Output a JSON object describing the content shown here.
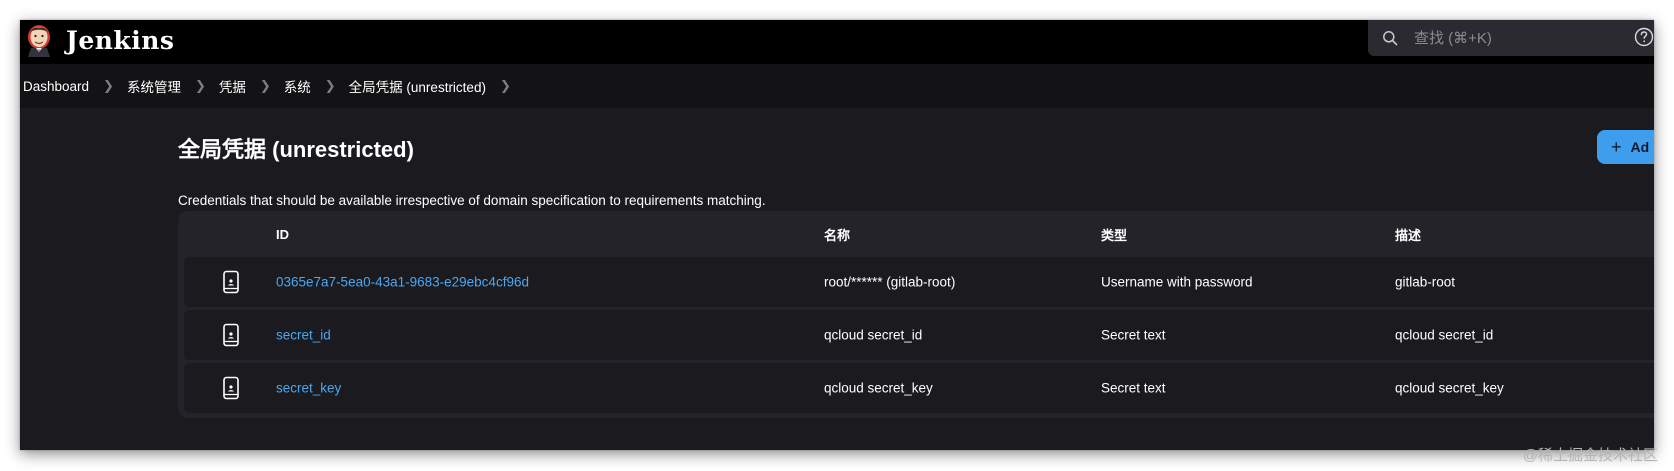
{
  "header": {
    "app_name": "Jenkins",
    "search_placeholder": "查找 (⌘+K)"
  },
  "breadcrumb": [
    "Dashboard",
    "系统管理",
    "凭据",
    "系统",
    "全局凭据 (unrestricted)"
  ],
  "main": {
    "title": "全局凭据 (unrestricted)",
    "add_button_label": "Ad",
    "description": "Credentials that should be available irrespective of domain specification to requirements matching."
  },
  "table": {
    "columns": [
      "ID",
      "名称",
      "类型",
      "描述"
    ],
    "rows": [
      {
        "id": "0365e7a7-5ea0-43a1-9683-e29ebc4cf96d",
        "name": "root/****** (gitlab-root)",
        "type": "Username with password",
        "description": "gitlab-root"
      },
      {
        "id": "secret_id",
        "name": "qcloud secret_id",
        "type": "Secret text",
        "description": "qcloud secret_id"
      },
      {
        "id": "secret_key",
        "name": "qcloud secret_key",
        "type": "Secret text",
        "description": "qcloud secret_key"
      }
    ]
  },
  "watermark": "@稀土掘金技术社区",
  "colors": {
    "accent": "#3e9ded",
    "link": "#4aa7f2",
    "background": "#1b1b1f",
    "header": "#000000"
  },
  "icons": {
    "logo": "jenkins-butler-logo",
    "search": "search-icon",
    "help": "help-icon",
    "row": "credential-device-icon",
    "separator": "chevron-right-icon"
  }
}
